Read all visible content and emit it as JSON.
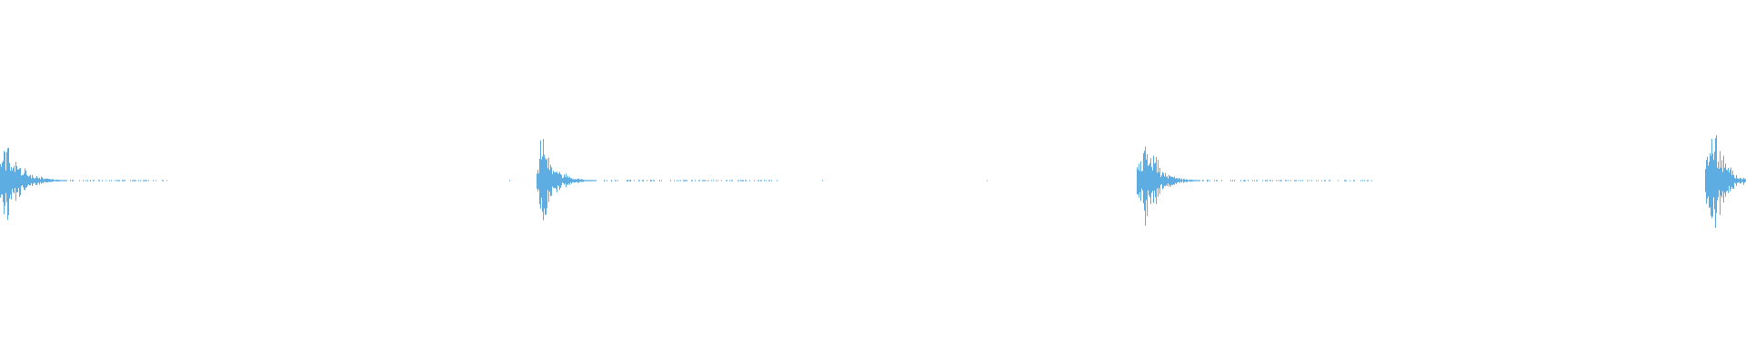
{
  "waveform": {
    "color": "#5dade2",
    "background": "#ffffff",
    "bursts": [
      {
        "peak": 0.62,
        "decay": 0.35,
        "tail": 0.5
      },
      {
        "peak": 0.6,
        "decay": 0.4,
        "tail": 0.55
      },
      {
        "peak": 0.66,
        "decay": 0.38,
        "tail": 0.5
      },
      {
        "peak": 0.76,
        "decay": 0.2,
        "tail": 0.1
      }
    ]
  }
}
